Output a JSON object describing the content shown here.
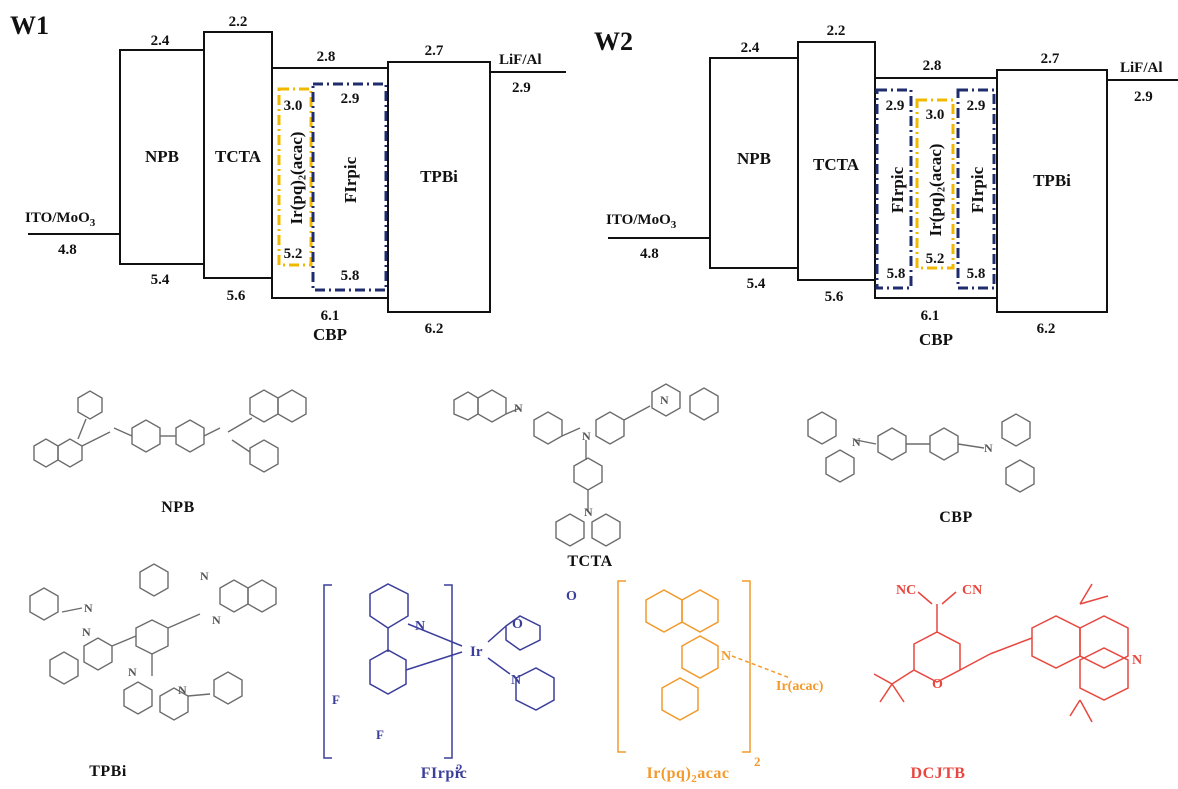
{
  "diagrams": [
    {
      "title": "W1",
      "anode": {
        "label": "ITO/MoO",
        "sub": "3",
        "value": "4.8"
      },
      "npb": {
        "label": "NPB",
        "lumo": "2.4",
        "homo": "5.4"
      },
      "tcta": {
        "label": "TCTA",
        "lumo": "2.2",
        "homo": "5.6"
      },
      "cbp": {
        "label": "CBP",
        "lumo": "2.8",
        "homo": "6.1"
      },
      "ir": {
        "label": "Ir(pq)₂(acac)",
        "lumo": "3.0",
        "homo": "5.2"
      },
      "firpic": {
        "label": "FIrpic",
        "lumo": "2.9",
        "homo": "5.8"
      },
      "tpbi": {
        "label": "TPBi",
        "lumo": "2.7",
        "homo": "6.2"
      },
      "cathode": {
        "label": "LiF/Al",
        "value": "2.9"
      }
    },
    {
      "title": "W2",
      "anode": {
        "label": "ITO/MoO",
        "sub": "3",
        "value": "4.8"
      },
      "npb": {
        "label": "NPB",
        "lumo": "2.4",
        "homo": "5.4"
      },
      "tcta": {
        "label": "TCTA",
        "lumo": "2.2",
        "homo": "5.6"
      },
      "cbp": {
        "label": "CBP",
        "lumo": "2.8",
        "homo": "6.1"
      },
      "firpic_left": {
        "label": "FIrpic",
        "lumo": "2.9",
        "homo": "5.8"
      },
      "ir": {
        "label": "Ir(pq)₂(acac)",
        "lumo": "3.0",
        "homo": "5.2"
      },
      "firpic_right": {
        "label": "FIrpic",
        "lumo": "2.9",
        "homo": "5.8"
      },
      "tpbi": {
        "label": "TPBi",
        "lumo": "2.7",
        "homo": "6.2"
      },
      "cathode": {
        "label": "LiF/Al",
        "value": "2.9"
      }
    }
  ],
  "molecules": {
    "npb": "NPB",
    "tcta": "TCTA",
    "cbp": "CBP",
    "tpbi": "TPBi",
    "firpic": "FIrpic",
    "irpq": {
      "prefix": "Ir(pq)",
      "sub": "2",
      "suffix": "acac"
    },
    "dcjtb": "DCJTB"
  },
  "structure_text": {
    "n": "N",
    "o": "O",
    "f": "F",
    "ir": "Ir",
    "nc": "NC",
    "cn": "CN",
    "ir_acac": "Ir(acac)",
    "two": "2"
  },
  "colors": {
    "firpic": "#3b3f9a",
    "irpq": "#f39a2d",
    "dcjtb": "#e8473f",
    "yellow_dash": "#f2b800",
    "blue_dash": "#1f2c6e",
    "structure": "#6b6b6b"
  }
}
